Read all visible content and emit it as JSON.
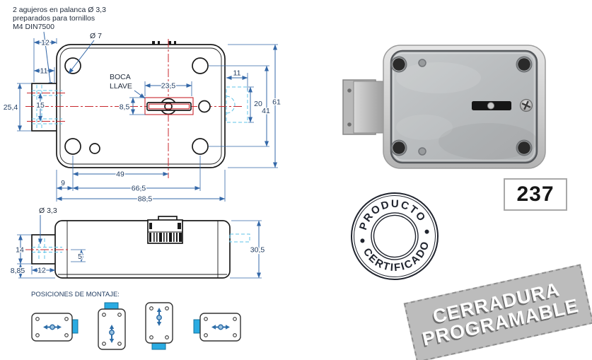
{
  "note": {
    "line1": "2 agujeros en palanca Ø 3,3",
    "line2": "preparados para tornillos",
    "line3": "M4 DIN7500"
  },
  "front": {
    "label_dia7": "Ø 7",
    "label_boca1": "BOCA",
    "label_boca2": "LLAVE",
    "d12": "12",
    "d11l": "11",
    "d25_4": "25,4",
    "d15": "15",
    "d23_5": "23,5",
    "d8_5": "8,5",
    "d11r": "11",
    "d20": "20",
    "d41": "41",
    "d61": "61",
    "d49": "49",
    "d9": "9",
    "d66_5": "66,5",
    "d88_5": "88,5"
  },
  "side": {
    "label_dia33": "Ø 3,3",
    "d14": "14",
    "d5": "5",
    "d8_85": "8,85",
    "d12": "12",
    "d30_5": "30,5"
  },
  "positions": {
    "title": "POSICIONES DE MONTAJE:"
  },
  "badge": {
    "model": "237"
  },
  "stamp": {
    "arc_top": "PRODUCTO",
    "arc_bottom": "CERTIFICADO"
  },
  "banner": {
    "line1": "CERRADURA",
    "line2": "PROGRAMABLE"
  },
  "colors": {
    "dim_line": "#3468a8",
    "dim_text": "#1e3a5f",
    "centerline": "#c8272d",
    "hidden_line": "#5fc3e7",
    "mount_tab": "#29abe2",
    "banner_bg": "#bcbcbc"
  }
}
